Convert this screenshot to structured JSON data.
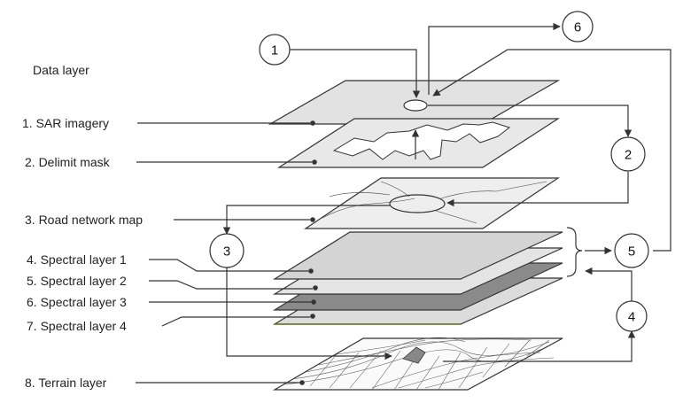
{
  "header": {
    "title": "Data layer"
  },
  "layers": [
    {
      "label": "1. SAR imagery"
    },
    {
      "label": "2. Delimit mask"
    },
    {
      "label": "3. Road network map"
    },
    {
      "label": "4. Spectral layer 1"
    },
    {
      "label": "5. Spectral layer 2"
    },
    {
      "label": "6. Spectral layer 3"
    },
    {
      "label": "7. Spectral layer 4"
    },
    {
      "label": "8. Terrain layer"
    }
  ],
  "steps": [
    "1",
    "2",
    "3",
    "4",
    "5",
    "6"
  ]
}
